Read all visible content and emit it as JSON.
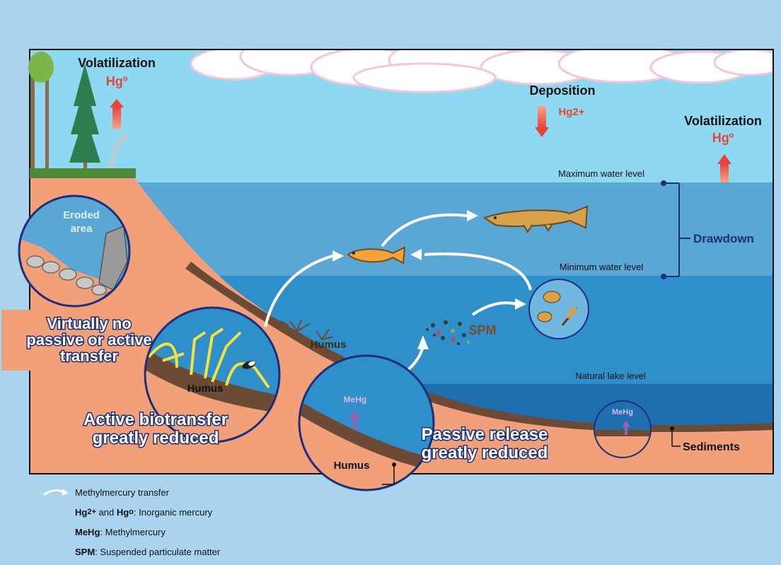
{
  "labels": {
    "volatilization_left": "Volatilization",
    "hg0_left": "Hgº",
    "deposition": "Deposition",
    "hg2_plus": "Hg2+",
    "volatilization_right": "Volatilization",
    "hg0_right": "Hgº",
    "max_water": "Maximum water level",
    "min_water": "Minimum water level",
    "drawdown": "Drawdown",
    "eroded_area_1": "Eroded",
    "eroded_area_2": "area",
    "virtually_no_1": "Virtually no",
    "virtually_no_2": "passive or active",
    "virtually_no_3": "transfer",
    "humus_slope": "Humus",
    "humus_circle": "Humus",
    "humus_bottom": "Humus",
    "spm": "SPM",
    "natural_lake": "Natural lake level",
    "mehg_center": "MeHg",
    "mehg_right": "MeHg",
    "active_1": "Active biotransfer",
    "active_2": "greatly reduced",
    "passive_1": "Passive release",
    "passive_2": "greatly reduced",
    "sediments": "Sediments"
  },
  "legend": {
    "methyl_transfer": "Methylmercury transfer",
    "hg2_bold": "Hg",
    "hg2_sup": "2+",
    "and": " and ",
    "hg0_bold": "Hg",
    "hg0_sup": "o",
    "inorganic": ": Inorganic mercury",
    "mehg_bold": "MeHg",
    "mehg_desc": ": Methylmercury",
    "spm_bold": "SPM",
    "spm_desc": ": Suspended particulate matter"
  },
  "colors": {
    "sky": "#8fd8f2",
    "upper_water": "#5aa6d4",
    "mid_water": "#2f8fcb",
    "lake_water": "#1e6fb0",
    "soil": "#f2a07a",
    "humus": "#6b4a36",
    "arrow_red": "#e8453a",
    "mehg_purple": "#9b5fb0",
    "title_navy": "#1b2f7a"
  }
}
